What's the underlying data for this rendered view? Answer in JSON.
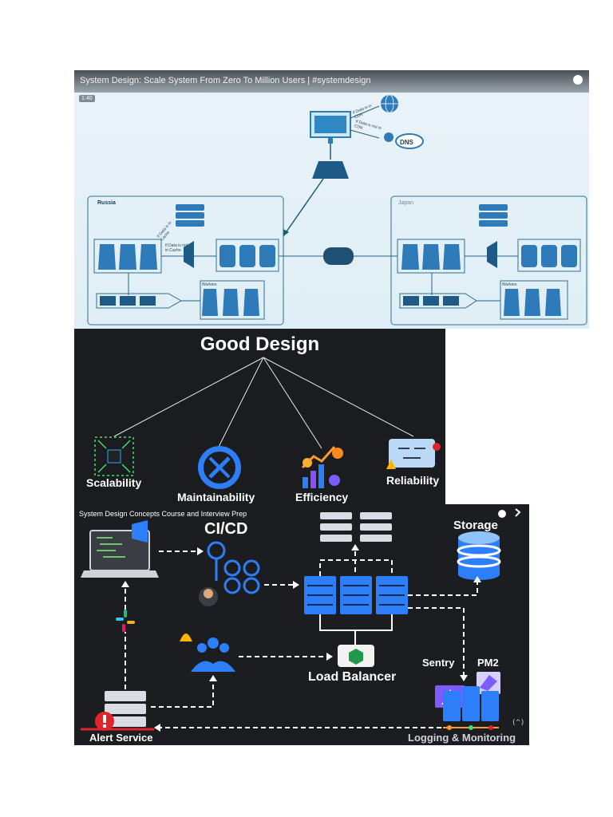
{
  "panel_top": {
    "video_title": "System Design: Scale System From Zero To Million Users | #systemdesign",
    "duration_badge": "1:40",
    "region_left": "Russia",
    "region_right": "Japan",
    "workers_left": "Workers",
    "workers_right": "Workers",
    "dns_label": "DNS",
    "note_in_cdn": "If Data is in CDN",
    "note_not_in_cdn": "If Data is not in CDN",
    "note_cache": "If Data is in Cache",
    "note_not_cache": "If Data is not in Cache"
  },
  "panel_middle": {
    "heading": "Good Design",
    "items": [
      "Scalability",
      "Maintainability",
      "Efficiency",
      "Reliability"
    ]
  },
  "panel_bottom": {
    "video_title": "System Design Concepts Course and Interview Prep",
    "cicd": "CI/CD",
    "storage": "Storage",
    "load_balancer": "Load Balancer",
    "sentry": "Sentry",
    "pm2": "PM2",
    "alert_service": "Alert Service",
    "logging": "Logging & Monitoring"
  },
  "colors": {
    "accent_blue": "#2d7ff9",
    "server_blue": "#2f7ab8",
    "dark_bg": "#1c1d21",
    "alert_red": "#e0242b"
  }
}
